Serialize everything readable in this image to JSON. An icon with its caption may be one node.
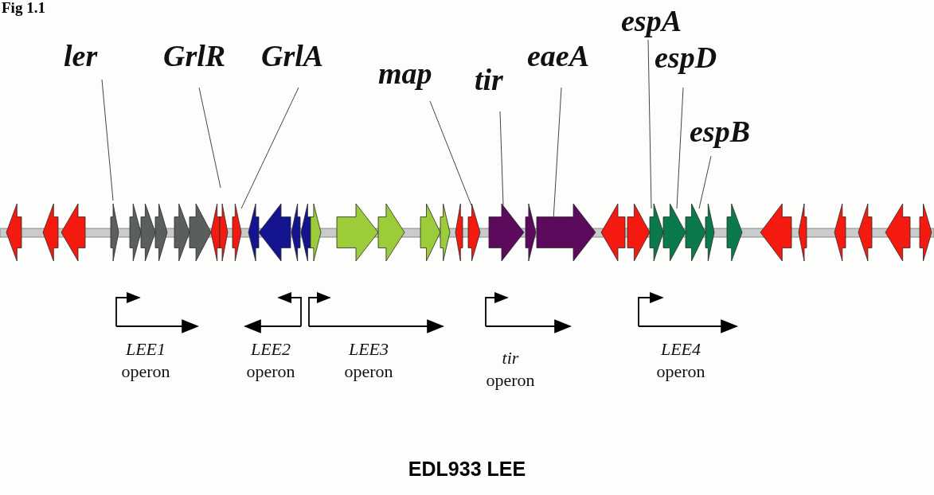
{
  "diagram": {
    "title": "Fig 1.1",
    "caption": "EDL933 LEE",
    "nodes": [
      {
        "text": [
          "ler"
        ]
      },
      {
        "text": [
          "GrlR"
        ]
      },
      {
        "text": [
          "GrlA"
        ]
      },
      {
        "text": [
          "map"
        ]
      },
      {
        "text": [
          "tir"
        ]
      },
      {
        "text": [
          "eaeA"
        ]
      },
      {
        "text": [
          "espA"
        ]
      },
      {
        "text": [
          "espD"
        ]
      },
      {
        "text": [
          "espB"
        ]
      },
      {
        "text": [],
        "shape": "arrow"
      },
      {
        "text": [],
        "shape": "arrow"
      },
      {
        "text": [],
        "shape": "arrow"
      },
      {
        "text": [],
        "shape": "arrow"
      },
      {
        "text": [],
        "shape": "arrow"
      },
      {
        "text": [],
        "shape": "arrow"
      },
      {
        "text": [],
        "shape": "arrow"
      },
      {
        "text": [],
        "shape": "arrow"
      },
      {
        "text": [],
        "shape": "arrow"
      },
      {
        "text": [],
        "shape": "arrow"
      },
      {
        "text": [],
        "shape": "arrow"
      },
      {
        "text": [],
        "shape": "arrow"
      },
      {
        "text": [],
        "shape": "arrow"
      },
      {
        "text": [],
        "shape": "arrow"
      },
      {
        "text": [],
        "shape": "arrow"
      },
      {
        "text": [],
        "shape": "arrow"
      },
      {
        "text": [],
        "shape": "arrow"
      },
      {
        "text": [],
        "shape": "arrow"
      },
      {
        "text": [],
        "shape": "arrow"
      },
      {
        "text": [],
        "shape": "arrow"
      },
      {
        "text": [],
        "shape": "arrow"
      },
      {
        "text": [],
        "shape": "arrow"
      },
      {
        "text": [],
        "shape": "arrow"
      },
      {
        "text": [],
        "shape": "arrow"
      },
      {
        "text": [],
        "shape": "arrow"
      },
      {
        "text": [],
        "shape": "arrow"
      },
      {
        "text": [],
        "shape": "arrow"
      },
      {
        "text": [],
        "shape": "arrow"
      },
      {
        "text": [],
        "shape": "arrow"
      },
      {
        "text": [],
        "shape": "arrow"
      },
      {
        "text": [],
        "shape": "arrow"
      },
      {
        "text": [],
        "shape": "arrow"
      },
      {
        "text": [],
        "shape": "arrow"
      },
      {
        "text": [],
        "shape": "arrow"
      },
      {
        "text": [],
        "shape": "arrow"
      },
      {
        "text": [],
        "shape": "arrow"
      },
      {
        "text": [],
        "shape": "arrow"
      },
      {
        "text": [],
        "shape": "arrow"
      },
      {
        "text": [],
        "shape": "arrow"
      }
    ],
    "edges": [
      {
        "from": 0,
        "to": 12,
        "arrow": "none"
      },
      {
        "from": 1,
        "to": 19,
        "arrow": "none"
      },
      {
        "from": 2,
        "to": 20,
        "arrow": "none"
      },
      {
        "from": 3,
        "to": 31,
        "arrow": "none"
      },
      {
        "from": 4,
        "to": 32,
        "arrow": "none"
      },
      {
        "from": 5,
        "to": 34,
        "arrow": "none"
      },
      {
        "from": 6,
        "to": 37,
        "arrow": "none"
      },
      {
        "from": 7,
        "to": 38,
        "arrow": "none"
      },
      {
        "from": 8,
        "to": 39,
        "arrow": "none"
      }
    ],
    "labels": [
      "*LEE1* operon",
      "*LEE2* operon",
      "*LEE3* operon",
      "*tir* operon",
      "*LEE4* operon"
    ]
  }
}
